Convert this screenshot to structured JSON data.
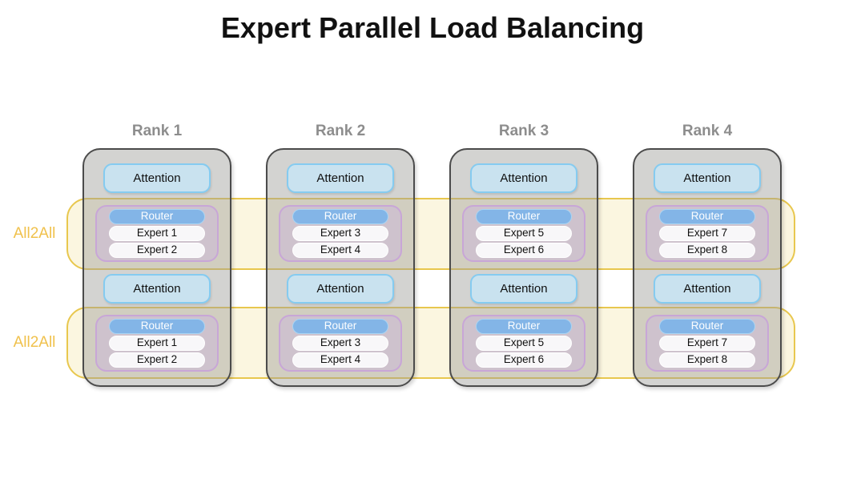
{
  "title": "Expert Parallel Load Balancing",
  "colors": {
    "band_border": "#e8c74e",
    "band_fill": "#fbf6e0",
    "all2all_text": "#f0c14c",
    "rank_label_text": "#8d8d8d",
    "rank_box_fill": "#d3d3d0",
    "rank_box_border": "#4b4b4b",
    "attention_fill": "#c9e2ef",
    "attention_border": "#85cbf0",
    "moe_group_fill": "#cec2cd",
    "moe_group_border": "#c8a6d7",
    "router_fill": "#83b5e7",
    "router_border": "#a9d5f3",
    "expert_fill": "#f8f7f9"
  },
  "bands": [
    {
      "label": "All2All"
    },
    {
      "label": "All2All"
    }
  ],
  "ranks": [
    {
      "label": "Rank 1",
      "layers": [
        {
          "attention": "Attention",
          "router": "Router",
          "experts": [
            "Expert 1",
            "Expert 2"
          ]
        },
        {
          "attention": "Attention",
          "router": "Router",
          "experts": [
            "Expert 1",
            "Expert 2"
          ]
        }
      ]
    },
    {
      "label": "Rank 2",
      "layers": [
        {
          "attention": "Attention",
          "router": "Router",
          "experts": [
            "Expert 3",
            "Expert 4"
          ]
        },
        {
          "attention": "Attention",
          "router": "Router",
          "experts": [
            "Expert 3",
            "Expert 4"
          ]
        }
      ]
    },
    {
      "label": "Rank 3",
      "layers": [
        {
          "attention": "Attention",
          "router": "Router",
          "experts": [
            "Expert 5",
            "Expert 6"
          ]
        },
        {
          "attention": "Attention",
          "router": "Router",
          "experts": [
            "Expert 5",
            "Expert 6"
          ]
        }
      ]
    },
    {
      "label": "Rank 4",
      "layers": [
        {
          "attention": "Attention",
          "router": "Router",
          "experts": [
            "Expert 7",
            "Expert 8"
          ]
        },
        {
          "attention": "Attention",
          "router": "Router",
          "experts": [
            "Expert 7",
            "Expert 8"
          ]
        }
      ]
    }
  ]
}
